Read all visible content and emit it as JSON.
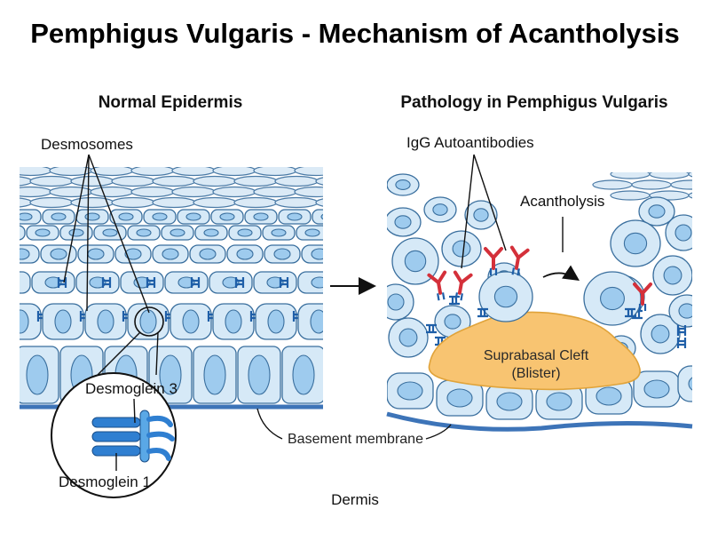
{
  "title": "Pemphigus Vulgaris - Mechanism of Acantholysis",
  "colors": {
    "cell_fill": "#d6e9f7",
    "cell_stroke": "#3a6f9e",
    "nucleus": "#9ecbee",
    "desmosome": "#1f5fa8",
    "antibody": "#d4303a",
    "cleft": "#f8c471",
    "basement_membrane": "#3d74b8"
  },
  "normal_panel": {
    "title": "Normal Epidermis",
    "desmosomes_label": "Desmosomes",
    "inset": {
      "desmoglein3_label": "Desmoglein 3",
      "desmoglein1_label": "Desmoglein 1"
    }
  },
  "pathology_panel": {
    "title": "Pathology in Pemphigus Vulgaris",
    "igg_label": "IgG Autoantibodies",
    "acantholysis_label": "Acantholysis",
    "cleft_label_line1": "Suprabasal Cleft",
    "cleft_label_line2": "(Blister)"
  },
  "shared": {
    "basement_membrane_label": "Basement membrane",
    "dermis_label": "Dermis"
  },
  "icons": [
    "arrow-right-icon",
    "antibody-icon",
    "desmosome-icon"
  ]
}
